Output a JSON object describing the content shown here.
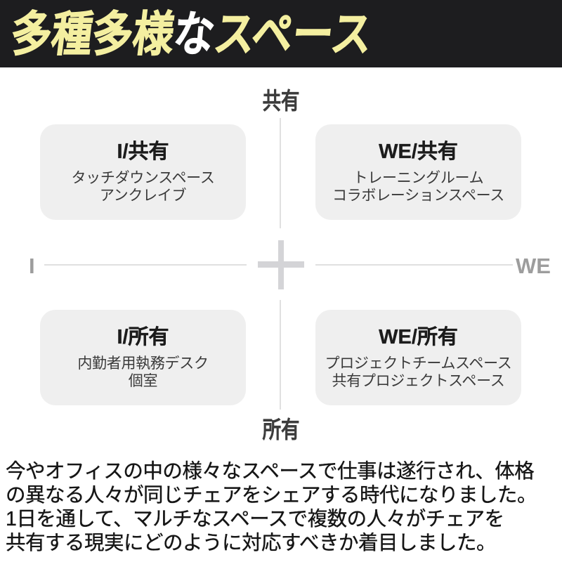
{
  "header": {
    "bg_color": "#1d1d1f",
    "title_parts": [
      {
        "text": "多種多様",
        "color": "#f4efa0"
      },
      {
        "text": "な",
        "color": "#ffffff"
      },
      {
        "text": "スペース",
        "color": "#f4efa0"
      }
    ]
  },
  "matrix": {
    "box_bg": "#efefef",
    "line_color": "#e0e0e0",
    "plus_color": "#d4d4d7",
    "axis_label_color": "#3d3d3d",
    "side_label_color": "#9d9d9d",
    "title_color": "#1c1c1c",
    "body_color": "#3a3a3a",
    "top_label": "共有",
    "bottom_label": "所有",
    "left_label": "I",
    "right_label": "WE",
    "quadrants": [
      {
        "title": "I/共有",
        "lines": [
          "タッチダウンスペース",
          "アンクレイブ"
        ]
      },
      {
        "title": "WE/共有",
        "lines": [
          "トレーニングルーム",
          "コラボレーションスペース"
        ]
      },
      {
        "title": "I/所有",
        "lines": [
          "内勤者用執務デスク",
          "個室"
        ]
      },
      {
        "title": "WE/所有",
        "lines": [
          "プロジェクトチームスペース",
          "共有プロジェクトスペース"
        ]
      }
    ]
  },
  "paragraph": {
    "text_color": "#151515",
    "lines": [
      "今やオフィスの中の様々なスペースで仕事は遂行され、体格",
      "の異なる人々が同じチェアをシェアする時代になりました。",
      "1日を通して、マルチなスペースで複数の人々がチェアを",
      "共有する現実にどのように対応すべきか着目しました。"
    ]
  }
}
